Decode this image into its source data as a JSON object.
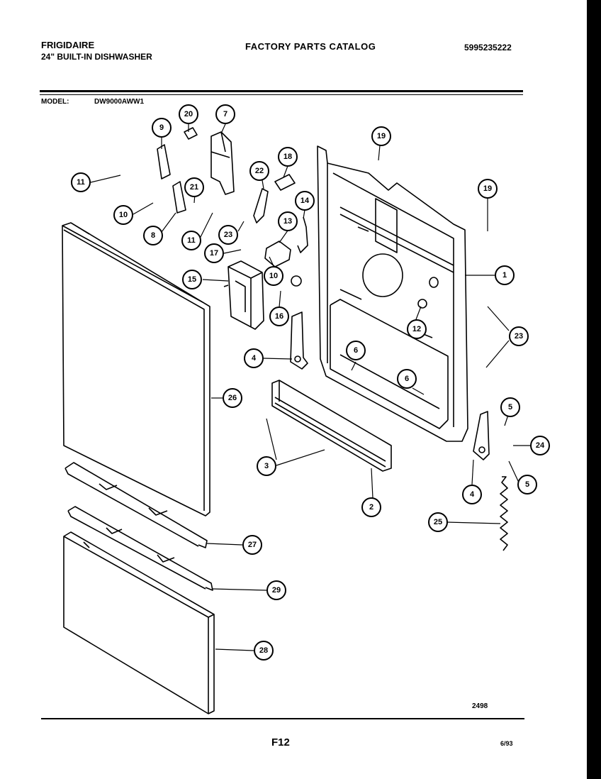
{
  "header": {
    "brand": "FRIGIDAIRE",
    "product": "24\" BUILT-IN DISHWASHER",
    "catalog_title": "FACTORY PARTS CATALOG",
    "catalog_number": "5995235222"
  },
  "model": {
    "label": "MODEL:",
    "value": "DW9000AWW1"
  },
  "callouts": [
    {
      "id": "1",
      "label": "1"
    },
    {
      "id": "2",
      "label": "2"
    },
    {
      "id": "3",
      "label": "3"
    },
    {
      "id": "4a",
      "label": "4"
    },
    {
      "id": "4b",
      "label": "4"
    },
    {
      "id": "5a",
      "label": "5"
    },
    {
      "id": "5b",
      "label": "5"
    },
    {
      "id": "6a",
      "label": "6"
    },
    {
      "id": "6b",
      "label": "6"
    },
    {
      "id": "7",
      "label": "7"
    },
    {
      "id": "8",
      "label": "8"
    },
    {
      "id": "9",
      "label": "9"
    },
    {
      "id": "10a",
      "label": "10"
    },
    {
      "id": "10b",
      "label": "10"
    },
    {
      "id": "11a",
      "label": "11"
    },
    {
      "id": "11b",
      "label": "11"
    },
    {
      "id": "12",
      "label": "12"
    },
    {
      "id": "13",
      "label": "13"
    },
    {
      "id": "14",
      "label": "14"
    },
    {
      "id": "15",
      "label": "15"
    },
    {
      "id": "16",
      "label": "16"
    },
    {
      "id": "17",
      "label": "17"
    },
    {
      "id": "18",
      "label": "18"
    },
    {
      "id": "19a",
      "label": "19"
    },
    {
      "id": "19b",
      "label": "19"
    },
    {
      "id": "20",
      "label": "20"
    },
    {
      "id": "21",
      "label": "21"
    },
    {
      "id": "22",
      "label": "22"
    },
    {
      "id": "23a",
      "label": "23"
    },
    {
      "id": "23b",
      "label": "23"
    },
    {
      "id": "24",
      "label": "24"
    },
    {
      "id": "25",
      "label": "25"
    },
    {
      "id": "26",
      "label": "26"
    },
    {
      "id": "27",
      "label": "27"
    },
    {
      "id": "28",
      "label": "28"
    },
    {
      "id": "29",
      "label": "29"
    }
  ],
  "footer": {
    "diagram_number": "2498",
    "page_code": "F12",
    "date": "6/93"
  }
}
